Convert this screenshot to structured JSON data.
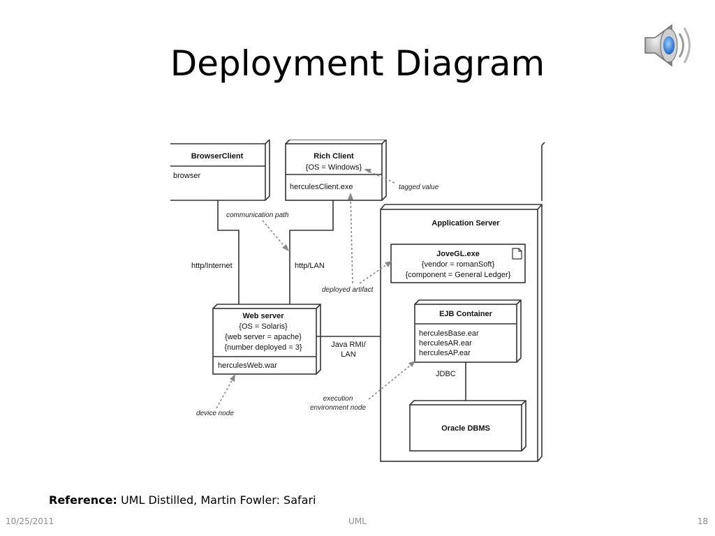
{
  "slide": {
    "title": "Deployment Diagram",
    "reference_label": "Reference:",
    "reference_text": "UML Distilled, Martin Fowler: Safari",
    "footer_date": "10/25/2011",
    "footer_center": "UML",
    "footer_page": "18"
  },
  "diagram": {
    "browser_client": {
      "title": "BrowserClient",
      "artifact": "browser"
    },
    "rich_client": {
      "title": "Rich Client",
      "tag": "{OS = Windows}",
      "artifact": "herculesClient.exe"
    },
    "app_server": {
      "title": "Application Server"
    },
    "jovegl": {
      "title": "JoveGL.exe",
      "tag1": "{vendor = romanSoft}",
      "tag2": "{component = General Ledger}"
    },
    "web_server": {
      "title": "Web server",
      "tag1": "{OS = Solaris}",
      "tag2": "{web server = apache}",
      "tag3": "{number deployed = 3}",
      "artifact": "herculesWeb.war"
    },
    "ejb_container": {
      "title": "EJB Container",
      "artifact1": "herculesBase.ear",
      "artifact2": "herculesAR.ear",
      "artifact3": "herculesAP.ear"
    },
    "oracle": {
      "title": "Oracle DBMS"
    },
    "labels": {
      "http_internet": "http/Internet",
      "http_lan": "http/LAN",
      "java_rmi_1": "Java RMI/",
      "java_rmi_2": "LAN",
      "jdbc": "JDBC"
    },
    "annotations": {
      "communication_path": "communication path",
      "tagged_value": "tagged value",
      "deployed_artifact": "deployed artifact",
      "device_node": "device node",
      "execution_env_1": "execution",
      "execution_env_2": "environment node"
    }
  },
  "icons": {
    "speaker": "speaker-icon",
    "document": "document-icon"
  }
}
